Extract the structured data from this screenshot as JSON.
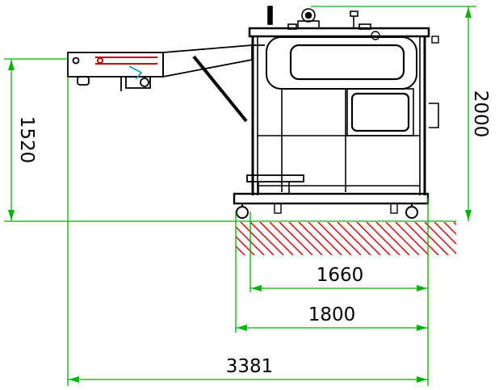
{
  "drawing": {
    "dimensions": {
      "height_total": "2000",
      "infeed_height": "1520",
      "wheelbase": "1660",
      "frame_width": "1800",
      "overall_length": "3381"
    },
    "colors": {
      "dimension_lines": "#00b400",
      "floor_hatch": "#d41c1c",
      "linework": "#000000",
      "highlight": "#c40000",
      "accent": "#00a0b4"
    }
  }
}
